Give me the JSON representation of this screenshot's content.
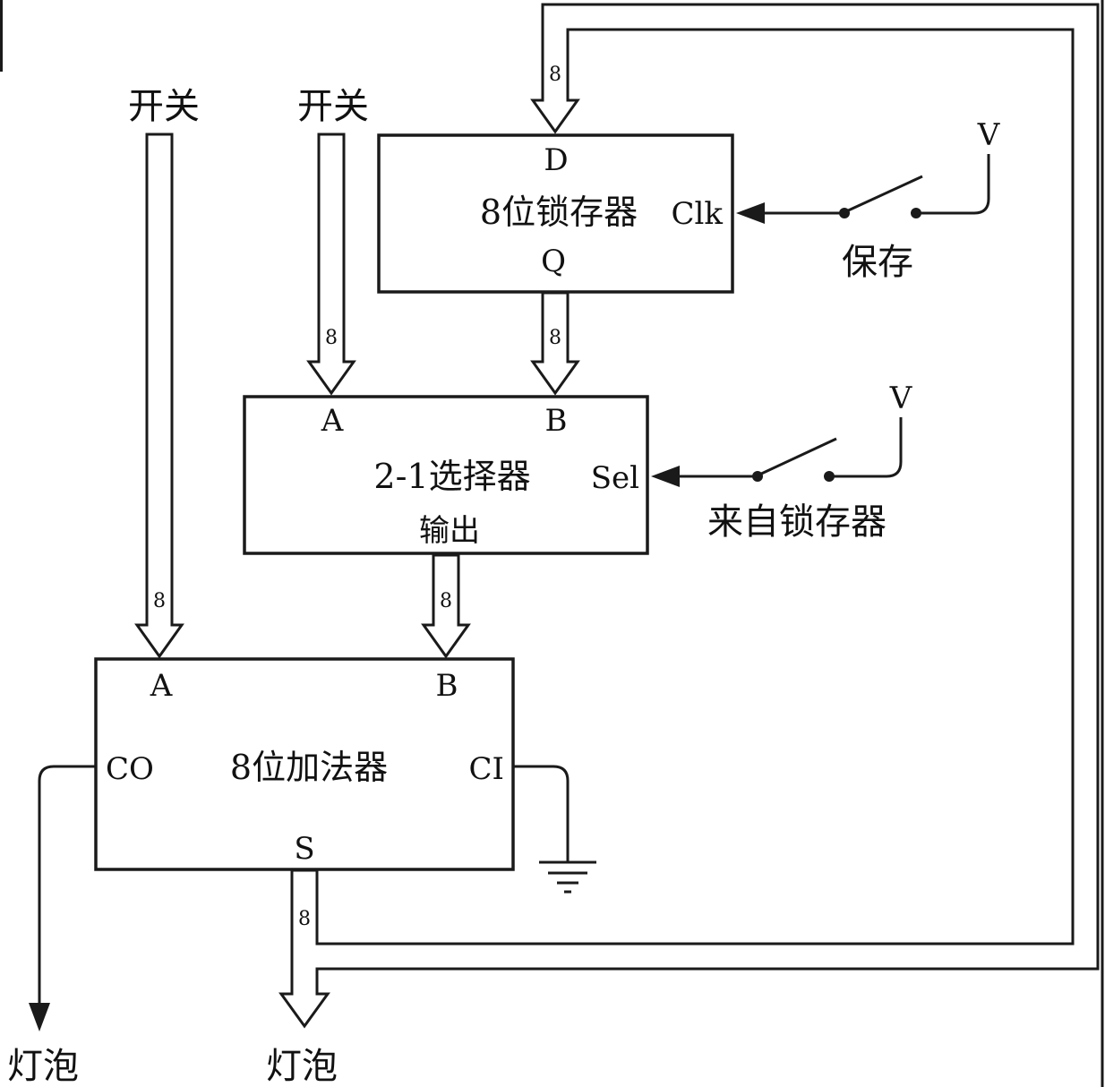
{
  "switch_labels": {
    "left": "开关",
    "middle": "开关"
  },
  "latch": {
    "title": "8位锁存器",
    "pin_d": "D",
    "pin_q": "Q",
    "pin_clk": "Clk",
    "switch_label": "保存",
    "voltage": "V"
  },
  "selector": {
    "title": "2-1选择器",
    "pin_a": "A",
    "pin_b": "B",
    "pin_sel": "Sel",
    "output_label": "输出",
    "switch_label": "来自锁存器",
    "voltage": "V"
  },
  "adder": {
    "title": "8位加法器",
    "pin_a": "A",
    "pin_b": "B",
    "pin_co": "CO",
    "pin_ci": "CI",
    "pin_s": "S"
  },
  "bus_width": "8",
  "outputs": {
    "carry_bulb": "灯泡",
    "sum_bulb": "灯泡"
  }
}
